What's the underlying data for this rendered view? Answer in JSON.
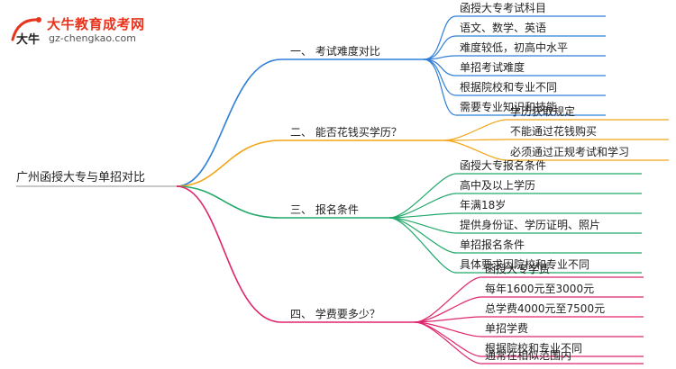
{
  "logo": {
    "title": "大牛教育成考网",
    "url": "gz-chengkao.com",
    "mark_text": "大牛",
    "mark_color": "#e8341c"
  },
  "mindmap": {
    "root": "广州函授大专与单招对比",
    "branches": [
      {
        "label": "一、 考试难度对比",
        "color": "#2f7fd8",
        "leaves": [
          "函授大专考试科目",
          "语文、数学、英语",
          "难度较低，初高中水平",
          "单招考试难度",
          "根据院校和专业不同",
          "需要专业知识和技能"
        ]
      },
      {
        "label": "二、 能否花钱买学历？",
        "color": "#f2a516",
        "leaves": [
          "学历获取规定",
          "不能通过花钱购买",
          "必须通过正规考试和学习"
        ]
      },
      {
        "label": "三、 报名条件",
        "color": "#22a86a",
        "leaves": [
          "函授大专报名条件",
          "高中及以上学历",
          "年满18岁",
          "提供身份证、学历证明、照片",
          "单招报名条件",
          "具体要求因院校和专业不同"
        ]
      },
      {
        "label": "四、 学费要多少？",
        "color": "#e0246c",
        "leaves": [
          "函授大专学费",
          "每年1600元至3000元",
          "总学费4000元至7500元",
          "单招学费",
          "根据院校和专业不同",
          "通常在相似范围内"
        ]
      }
    ]
  }
}
